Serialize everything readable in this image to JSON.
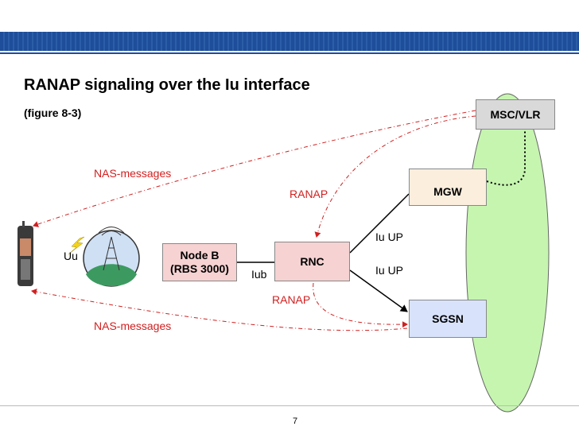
{
  "slide": {
    "title": "RANAP signaling over the Iu interface",
    "subtitle": "(figure 8-3)",
    "page_number": "7"
  },
  "nodes": {
    "msc": "MSC/VLR",
    "mgw": "MGW",
    "rnc": "RNC",
    "sgsn": "SGSN",
    "nodeb_line1": "Node B",
    "nodeb_line2": "(RBS 3000)"
  },
  "labels": {
    "nas_top": "NAS-messages",
    "nas_bottom": "NAS-messages",
    "ranap_top": "RANAP",
    "ranap_bottom": "RANAP",
    "iu_up_top": "Iu UP",
    "iu_up_bottom": "Iu UP",
    "iub": "Iub",
    "uu": "Uu"
  },
  "colors": {
    "accent_blue": "#1e4d9a",
    "signal_red": "#d22020",
    "core_network_green": "#c6f5b0",
    "node_pink": "#f6d2d2",
    "mgw_orange": "#fbeedd",
    "sgsn_blue": "#d8e3fb",
    "msc_gray": "#d9d9d9"
  },
  "icons": [
    "mobile-phone-icon",
    "lightning-icon",
    "antenna-tower-icon"
  ]
}
